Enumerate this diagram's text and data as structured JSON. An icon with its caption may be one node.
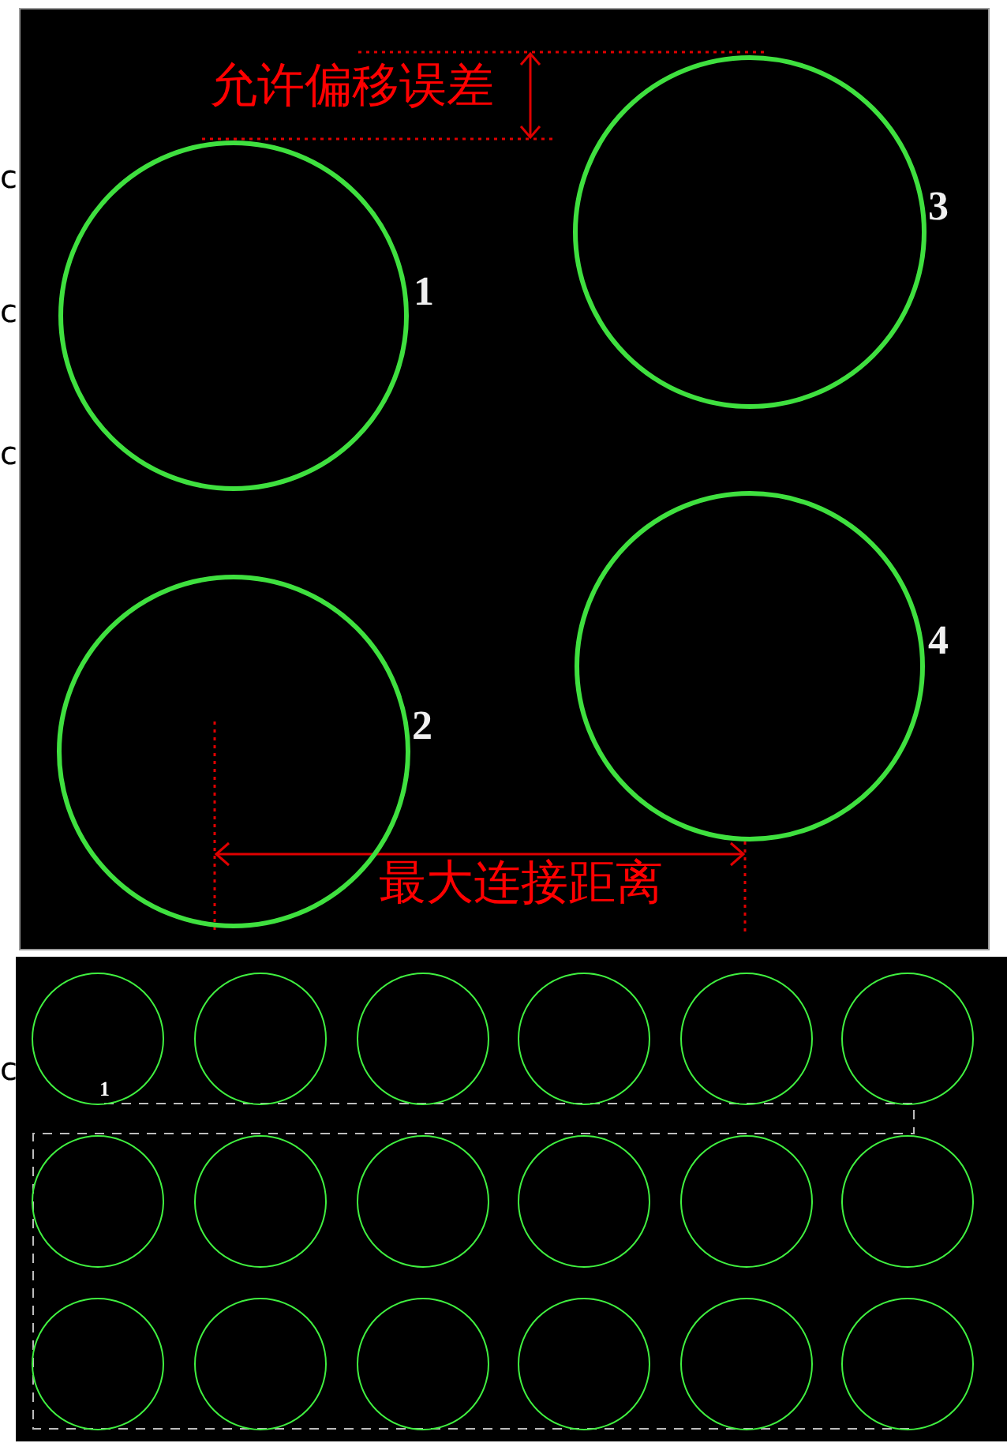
{
  "diagram": {
    "nodes": [
      {
        "text": [],
        "shape": "circle",
        "beside": [
          "1"
        ]
      },
      {
        "text": [],
        "shape": "circle",
        "beside": [
          "3"
        ]
      },
      {
        "text": [],
        "shape": "circle",
        "beside": [
          "2"
        ]
      },
      {
        "text": [],
        "shape": "circle",
        "beside": [
          "4"
        ]
      },
      {
        "text": [],
        "shape": "circle"
      },
      {
        "text": [],
        "shape": "circle"
      },
      {
        "text": [],
        "shape": "circle"
      },
      {
        "text": [],
        "shape": "circle"
      },
      {
        "text": [],
        "shape": "circle"
      },
      {
        "text": [],
        "shape": "circle"
      },
      {
        "text": [],
        "shape": "circle"
      },
      {
        "text": [],
        "shape": "circle"
      },
      {
        "text": [],
        "shape": "circle"
      },
      {
        "text": [],
        "shape": "circle"
      },
      {
        "text": [],
        "shape": "circle"
      },
      {
        "text": [],
        "shape": "circle"
      },
      {
        "text": [],
        "shape": "circle"
      },
      {
        "text": [],
        "shape": "circle"
      },
      {
        "text": [],
        "shape": "circle"
      },
      {
        "text": [],
        "shape": "circle"
      },
      {
        "text": [],
        "shape": "circle"
      },
      {
        "text": [],
        "shape": "circle"
      }
    ],
    "edges": [
      {
        "from": 4,
        "to": 21,
        "arrow": "none",
        "style": "dashed"
      }
    ],
    "labels": [
      "允许偏移误差",
      "c",
      "c",
      "c",
      "最大连接距离",
      "c",
      "1"
    ]
  }
}
